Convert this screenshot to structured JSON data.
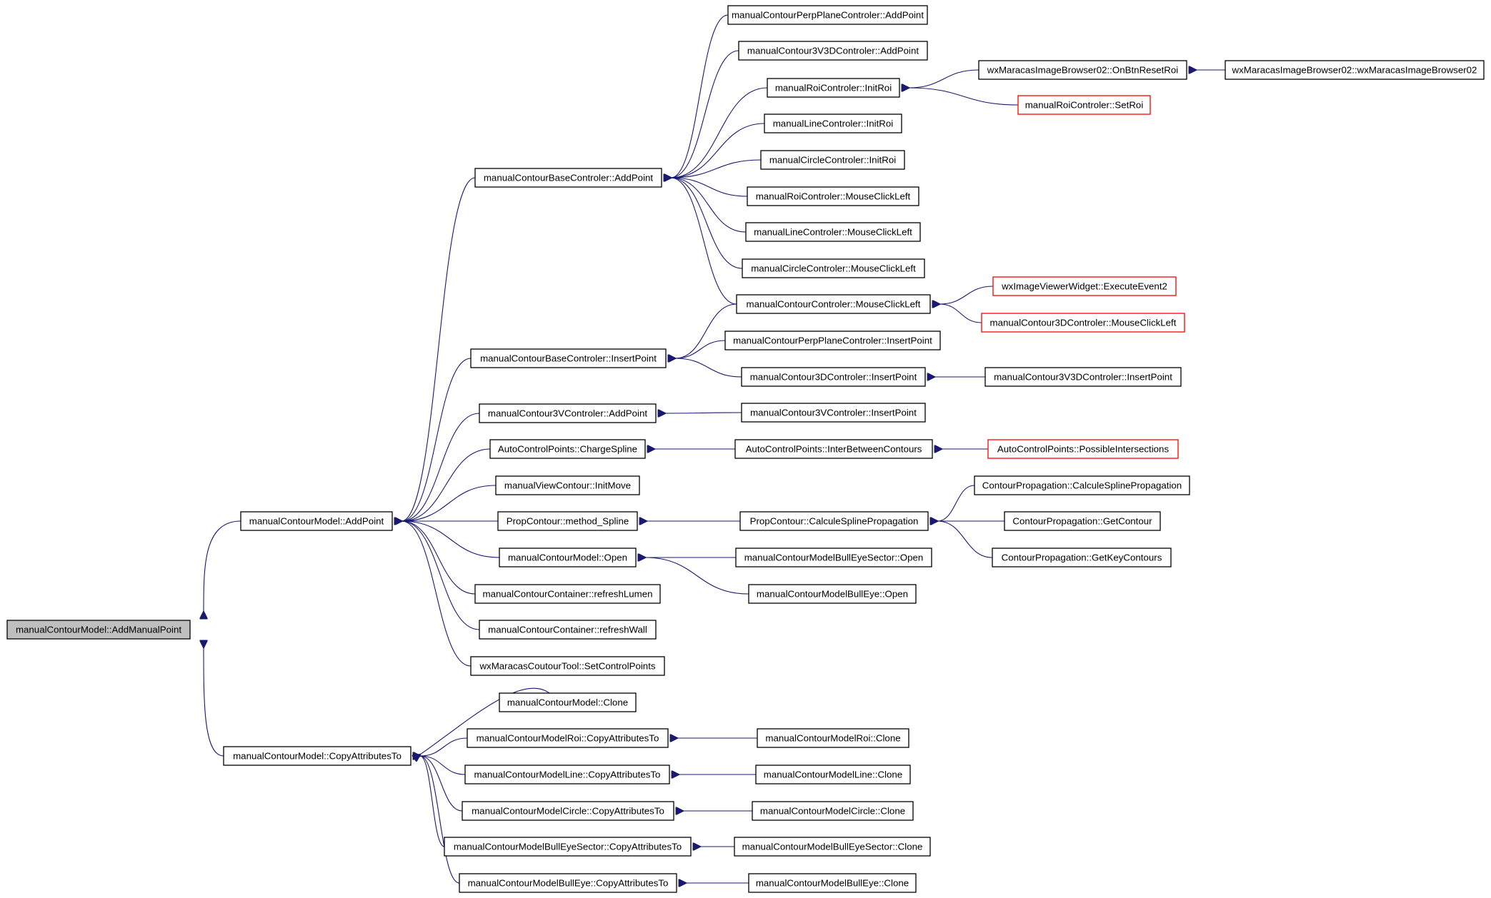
{
  "colors": {
    "edge": "#191970",
    "node_border": "#000000",
    "truncated_border": "#ff0000",
    "root_fill": "#bfbfbf"
  },
  "nodes": {
    "n_root": "manualContourModel::AddManualPoint",
    "n_addpoint": "manualContourModel::AddPoint",
    "n_copyattr": "manualContourModel::CopyAttributesTo",
    "n_base_addpoint": "manualContourBaseControler::AddPoint",
    "n_base_insert": "manualContourBaseControler::InsertPoint",
    "n_3v_addpoint": "manualContour3VControler::AddPoint",
    "n_chargespline": "AutoControlPoints::ChargeSpline",
    "n_initmove": "manualViewContour::InitMove",
    "n_method_spline": "PropContour::method_Spline",
    "n_open": "manualContourModel::Open",
    "n_refreshlumen": "manualContourContainer::refreshLumen",
    "n_refreshwall": "manualContourContainer::refreshWall",
    "n_setcontrol": "wxMaracasCoutourTool::SetControlPoints",
    "n_clone": "manualContourModel::Clone",
    "n_roi_copy": "manualContourModelRoi::CopyAttributesTo",
    "n_line_copy": "manualContourModelLine::CopyAttributesTo",
    "n_circle_copy": "manualContourModelCircle::CopyAttributesTo",
    "n_bes_copy": "manualContourModelBullEyeSector::CopyAttributesTo",
    "n_be_copy": "manualContourModelBullEye::CopyAttributesTo",
    "n_perp_addpoint": "manualContourPerpPlaneControler::AddPoint",
    "n_3v3d_addpoint": "manualContour3V3DControler::AddPoint",
    "n_roi_initroi": "manualRoiControler::InitRoi",
    "n_line_initroi": "manualLineControler::InitRoi",
    "n_circle_initroi": "manualCircleControler::InitRoi",
    "n_roi_mouse": "manualRoiControler::MouseClickLeft",
    "n_line_mouse": "manualLineControler::MouseClickLeft",
    "n_circle_mouse": "manualCircleControler::MouseClickLeft",
    "n_contour_mouse": "manualContourControler::MouseClickLeft",
    "n_perp_insert": "manualContourPerpPlaneControler::InsertPoint",
    "n_3d_insert": "manualContour3DControler::InsertPoint",
    "n_3v_insert": "manualContour3VControler::InsertPoint",
    "n_interbetween": "AutoControlPoints::InterBetweenContours",
    "n_calcspline": "PropContour::CalculeSplinePropagation",
    "n_bes_open": "manualContourModelBullEyeSector::Open",
    "n_be_open": "manualContourModelBullEye::Open",
    "n_roi_clone": "manualContourModelRoi::Clone",
    "n_line_clone": "manualContourModelLine::Clone",
    "n_circle_clone": "manualContourModelCircle::Clone",
    "n_bes_clone": "manualContourModelBullEyeSector::Clone",
    "n_be_clone": "manualContourModelBullEye::Clone",
    "n_onbtnreset": "wxMaracasImageBrowser02::OnBtnResetRoi",
    "n_setroi": "manualRoiControler::SetRoi",
    "n_executeevent2": "wxImageViewerWidget::ExecuteEvent2",
    "n_3d_mouse": "manualContour3DControler::MouseClickLeft",
    "n_3v3d_insert": "manualContour3V3DControler::InsertPoint",
    "n_possible": "AutoControlPoints::PossibleIntersections",
    "n_cp_calcspline": "ContourPropagation::CalculeSplinePropagation",
    "n_cp_getcontour": "ContourPropagation::GetContour",
    "n_cp_getkey": "ContourPropagation::GetKeyContours",
    "n_browser_ctor": "wxMaracasImageBrowser02::wxMaracasImageBrowser02"
  }
}
